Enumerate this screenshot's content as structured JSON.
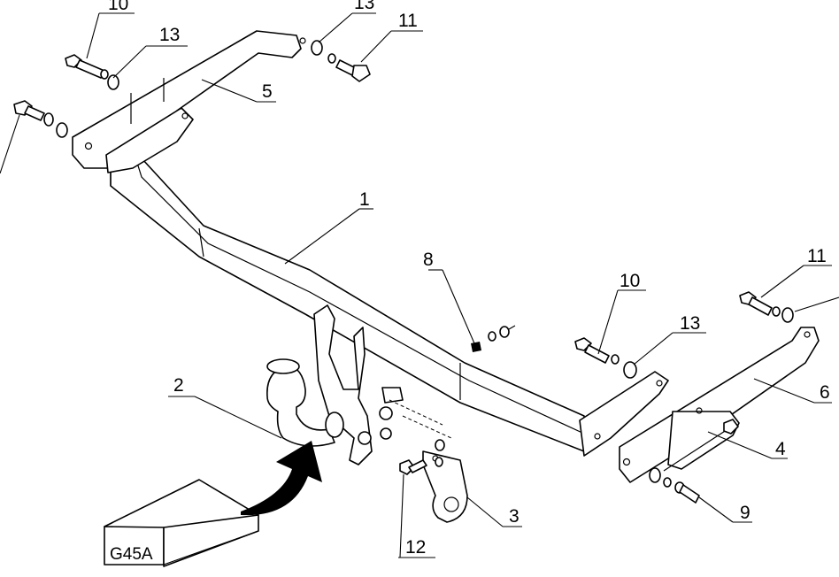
{
  "callouts": {
    "c1": "1",
    "c2": "2",
    "c3": "3",
    "c4": "4",
    "c5": "5",
    "c6": "6",
    "c8": "8",
    "c9": "9",
    "c10_top": "10",
    "c10_right": "10",
    "c11_top": "11",
    "c11_right": "11",
    "c12": "12",
    "c13_top_left": "13",
    "c13_top_right": "13",
    "c13_right": "13"
  },
  "kit_box": {
    "label": "G45A"
  },
  "colors": {
    "ink": "#000000",
    "paper": "#ffffff"
  }
}
